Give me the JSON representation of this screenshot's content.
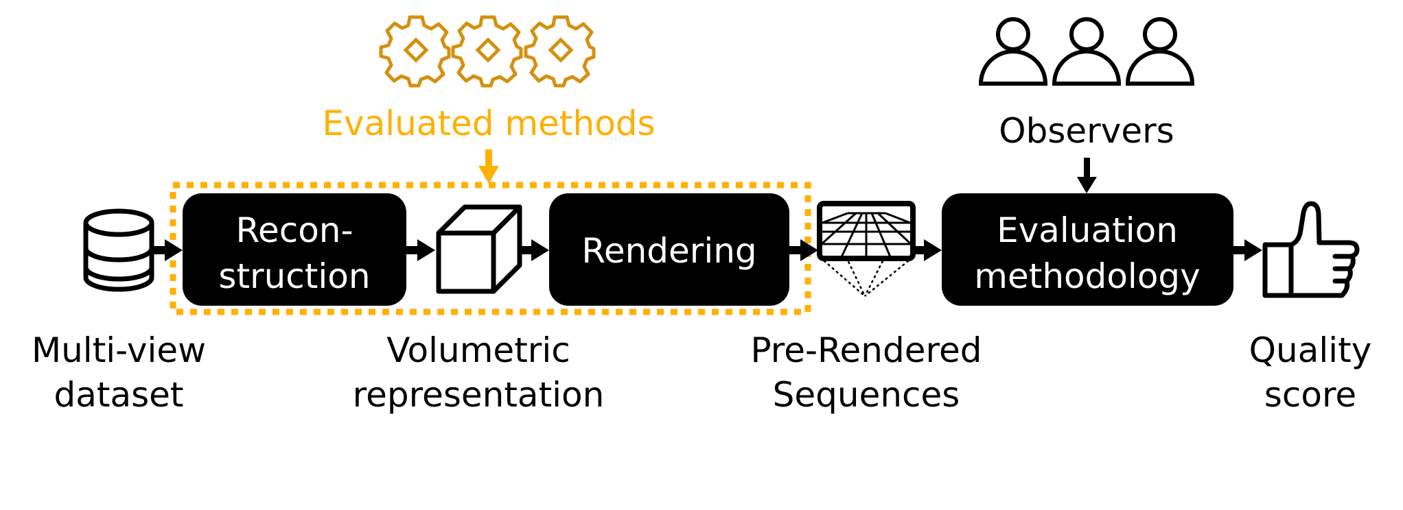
{
  "colors": {
    "accent": "#FFB000",
    "gear": "#D4900F",
    "box_fill": "#000000",
    "box_text": "#FFFFFF",
    "text": "#000000"
  },
  "evaluated_methods": {
    "label": "Evaluated methods",
    "icons": [
      "gear-icon",
      "gear-icon",
      "gear-icon"
    ]
  },
  "observers": {
    "label": "Observers",
    "icons": [
      "person-icon",
      "person-icon",
      "person-icon"
    ]
  },
  "pipeline": {
    "steps": [
      {
        "type": "icon",
        "icon": "database-icon",
        "label_lines": [
          "Multi-view",
          "dataset"
        ]
      },
      {
        "type": "process",
        "lines": [
          "Recon-",
          "struction"
        ]
      },
      {
        "type": "icon",
        "icon": "cube-icon",
        "label_lines": [
          "Volumetric",
          "representation"
        ]
      },
      {
        "type": "process",
        "lines": [
          "Rendering"
        ]
      },
      {
        "type": "icon",
        "icon": "screen-projection-icon",
        "label_lines": [
          "Pre-Rendered",
          "Sequences"
        ]
      },
      {
        "type": "process",
        "lines": [
          "Evaluation",
          "methodology"
        ]
      },
      {
        "type": "icon",
        "icon": "thumbs-up-icon",
        "label_lines": [
          "Quality",
          "score"
        ]
      }
    ]
  }
}
